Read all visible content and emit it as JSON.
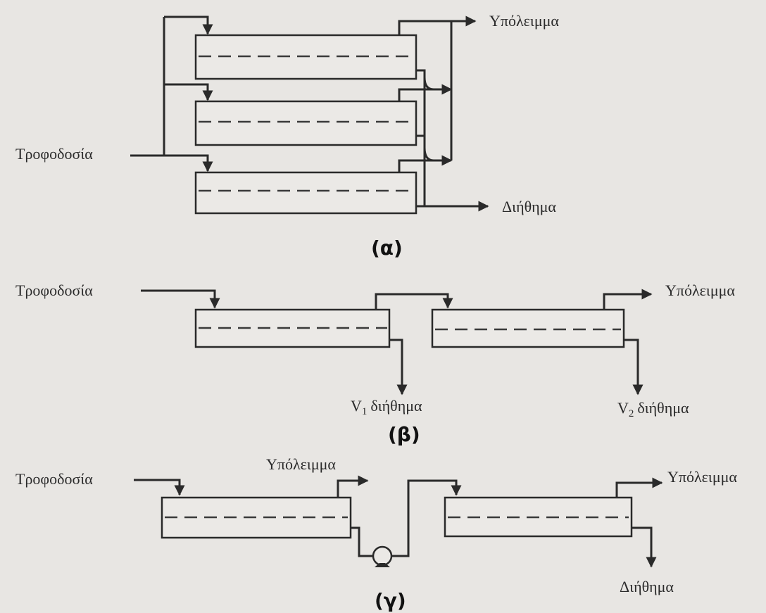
{
  "panel_a": {
    "feed": "Τροφοδοσία",
    "retentate": "Υπόλειμμα",
    "permeate": "Διήθημα",
    "caption": "(α)"
  },
  "panel_b": {
    "feed": "Τροφοδοσία",
    "retentate": "Υπόλειμμα",
    "permeate1_main": "V",
    "permeate1_sub": "1",
    "permeate1_word": "διήθημα",
    "permeate2_main": "V",
    "permeate2_sub": "2",
    "permeate2_word": "διήθημα",
    "caption": "(β)"
  },
  "panel_c": {
    "feed": "Τροφοδοσία",
    "retentate1": "Υπόλειμμα",
    "retentate2": "Υπόλειμμα",
    "permeate": "Διήθημα",
    "caption": "(γ)"
  },
  "colors": {
    "background": "#e8e6e3",
    "line": "#2a2a2a"
  }
}
